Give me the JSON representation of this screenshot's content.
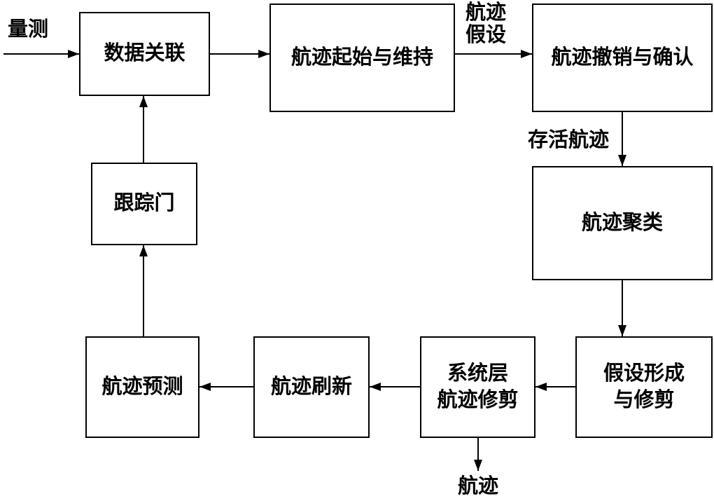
{
  "nodes": {
    "data_association": "数据关联",
    "track_init_maintain": "航迹起始与维持",
    "track_cancel_confirm": "航迹撤销与确认",
    "track_clustering": "航迹聚类",
    "hypothesis_form_prune": "假设形成\n与修剪",
    "system_track_prune": "系统层\n航迹修剪",
    "track_refresh": "航迹刷新",
    "track_prediction": "航迹预测",
    "tracking_gate": "跟踪门"
  },
  "labels": {
    "input": "量测",
    "track_hypothesis": "航迹\n假设",
    "surviving_tracks": "存活航迹",
    "output": "航迹"
  },
  "edges": [
    {
      "from": "input",
      "to": "data_association"
    },
    {
      "from": "data_association",
      "to": "track_init_maintain"
    },
    {
      "from": "track_init_maintain",
      "to": "track_cancel_confirm",
      "label": "航迹\n假设"
    },
    {
      "from": "track_cancel_confirm",
      "to": "track_clustering",
      "label": "存活航迹"
    },
    {
      "from": "track_clustering",
      "to": "hypothesis_form_prune"
    },
    {
      "from": "hypothesis_form_prune",
      "to": "system_track_prune"
    },
    {
      "from": "system_track_prune",
      "to": "track_refresh"
    },
    {
      "from": "track_refresh",
      "to": "track_prediction"
    },
    {
      "from": "track_prediction",
      "to": "tracking_gate"
    },
    {
      "from": "tracking_gate",
      "to": "data_association"
    },
    {
      "from": "system_track_prune",
      "to": "output",
      "label": "航迹"
    }
  ],
  "colors": {
    "line": "#000000",
    "text": "#000000",
    "background": "#ffffff"
  }
}
